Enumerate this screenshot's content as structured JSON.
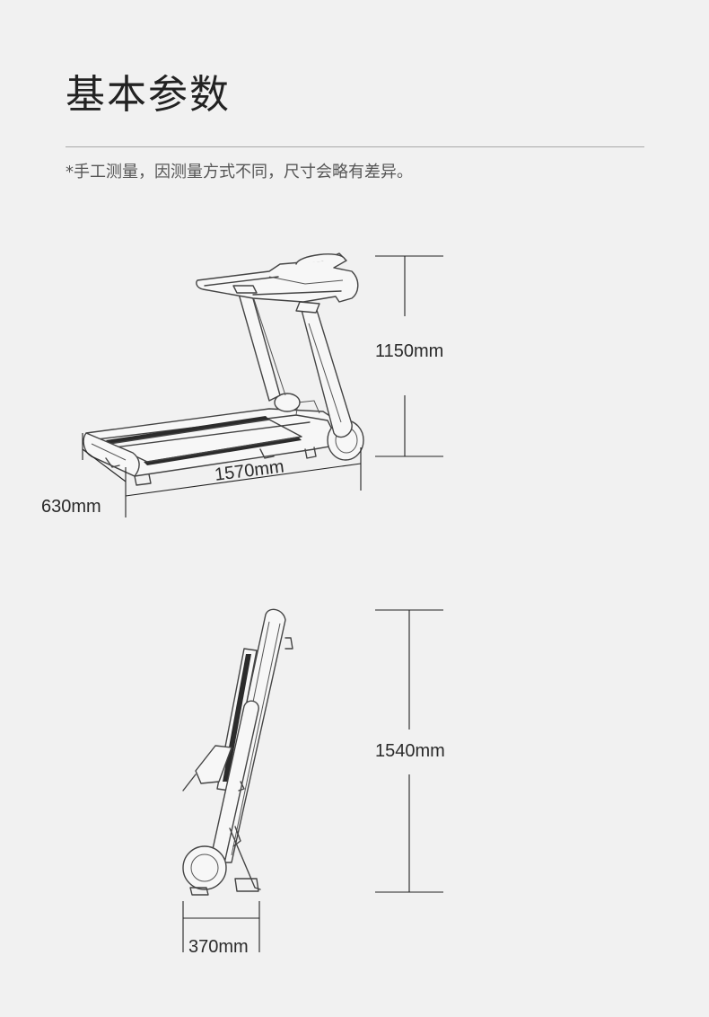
{
  "header": {
    "title": "基本参数",
    "note": "*手工测量，因测量方式不同，尺寸会略有差异。"
  },
  "dimensions": {
    "unfolded": {
      "height": "1150mm",
      "length": "1570mm",
      "width": "630mm"
    },
    "folded": {
      "height": "1540mm",
      "depth": "370mm"
    }
  }
}
